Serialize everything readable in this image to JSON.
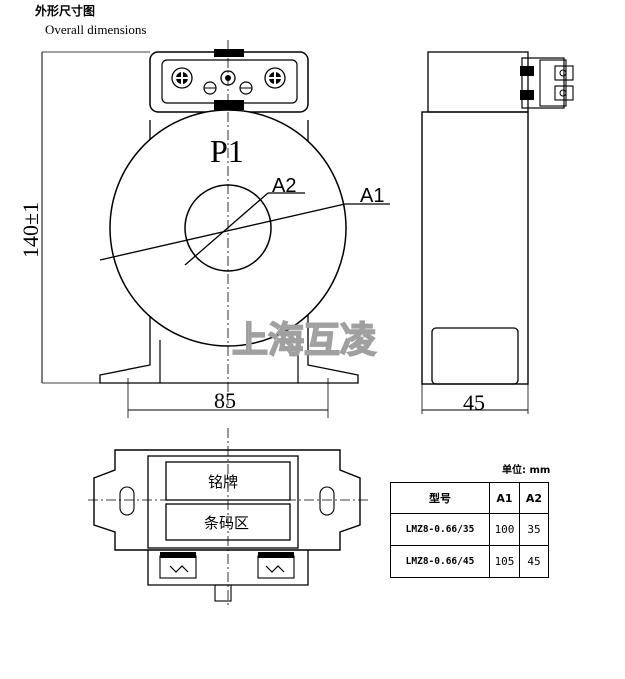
{
  "header": {
    "title_cn": "外形尺寸图",
    "title_en": "Overall dimensions"
  },
  "front_view": {
    "label_p1": "P1",
    "label_a1": "A1",
    "label_a2": "A2",
    "dim_height": "140±1",
    "dim_width": "85"
  },
  "side_view": {
    "dim_width": "45"
  },
  "watermark": "上海互凌",
  "bottom_view": {
    "nameplate_label": "铭牌",
    "barcode_label": "条码区"
  },
  "unit_label": "单位: mm",
  "spec_table": {
    "headers": [
      "型号",
      "A1",
      "A2"
    ],
    "rows": [
      [
        "LMZ8-0.66/35",
        "100",
        "35"
      ],
      [
        "LMZ8-0.66/45",
        "105",
        "45"
      ]
    ]
  }
}
